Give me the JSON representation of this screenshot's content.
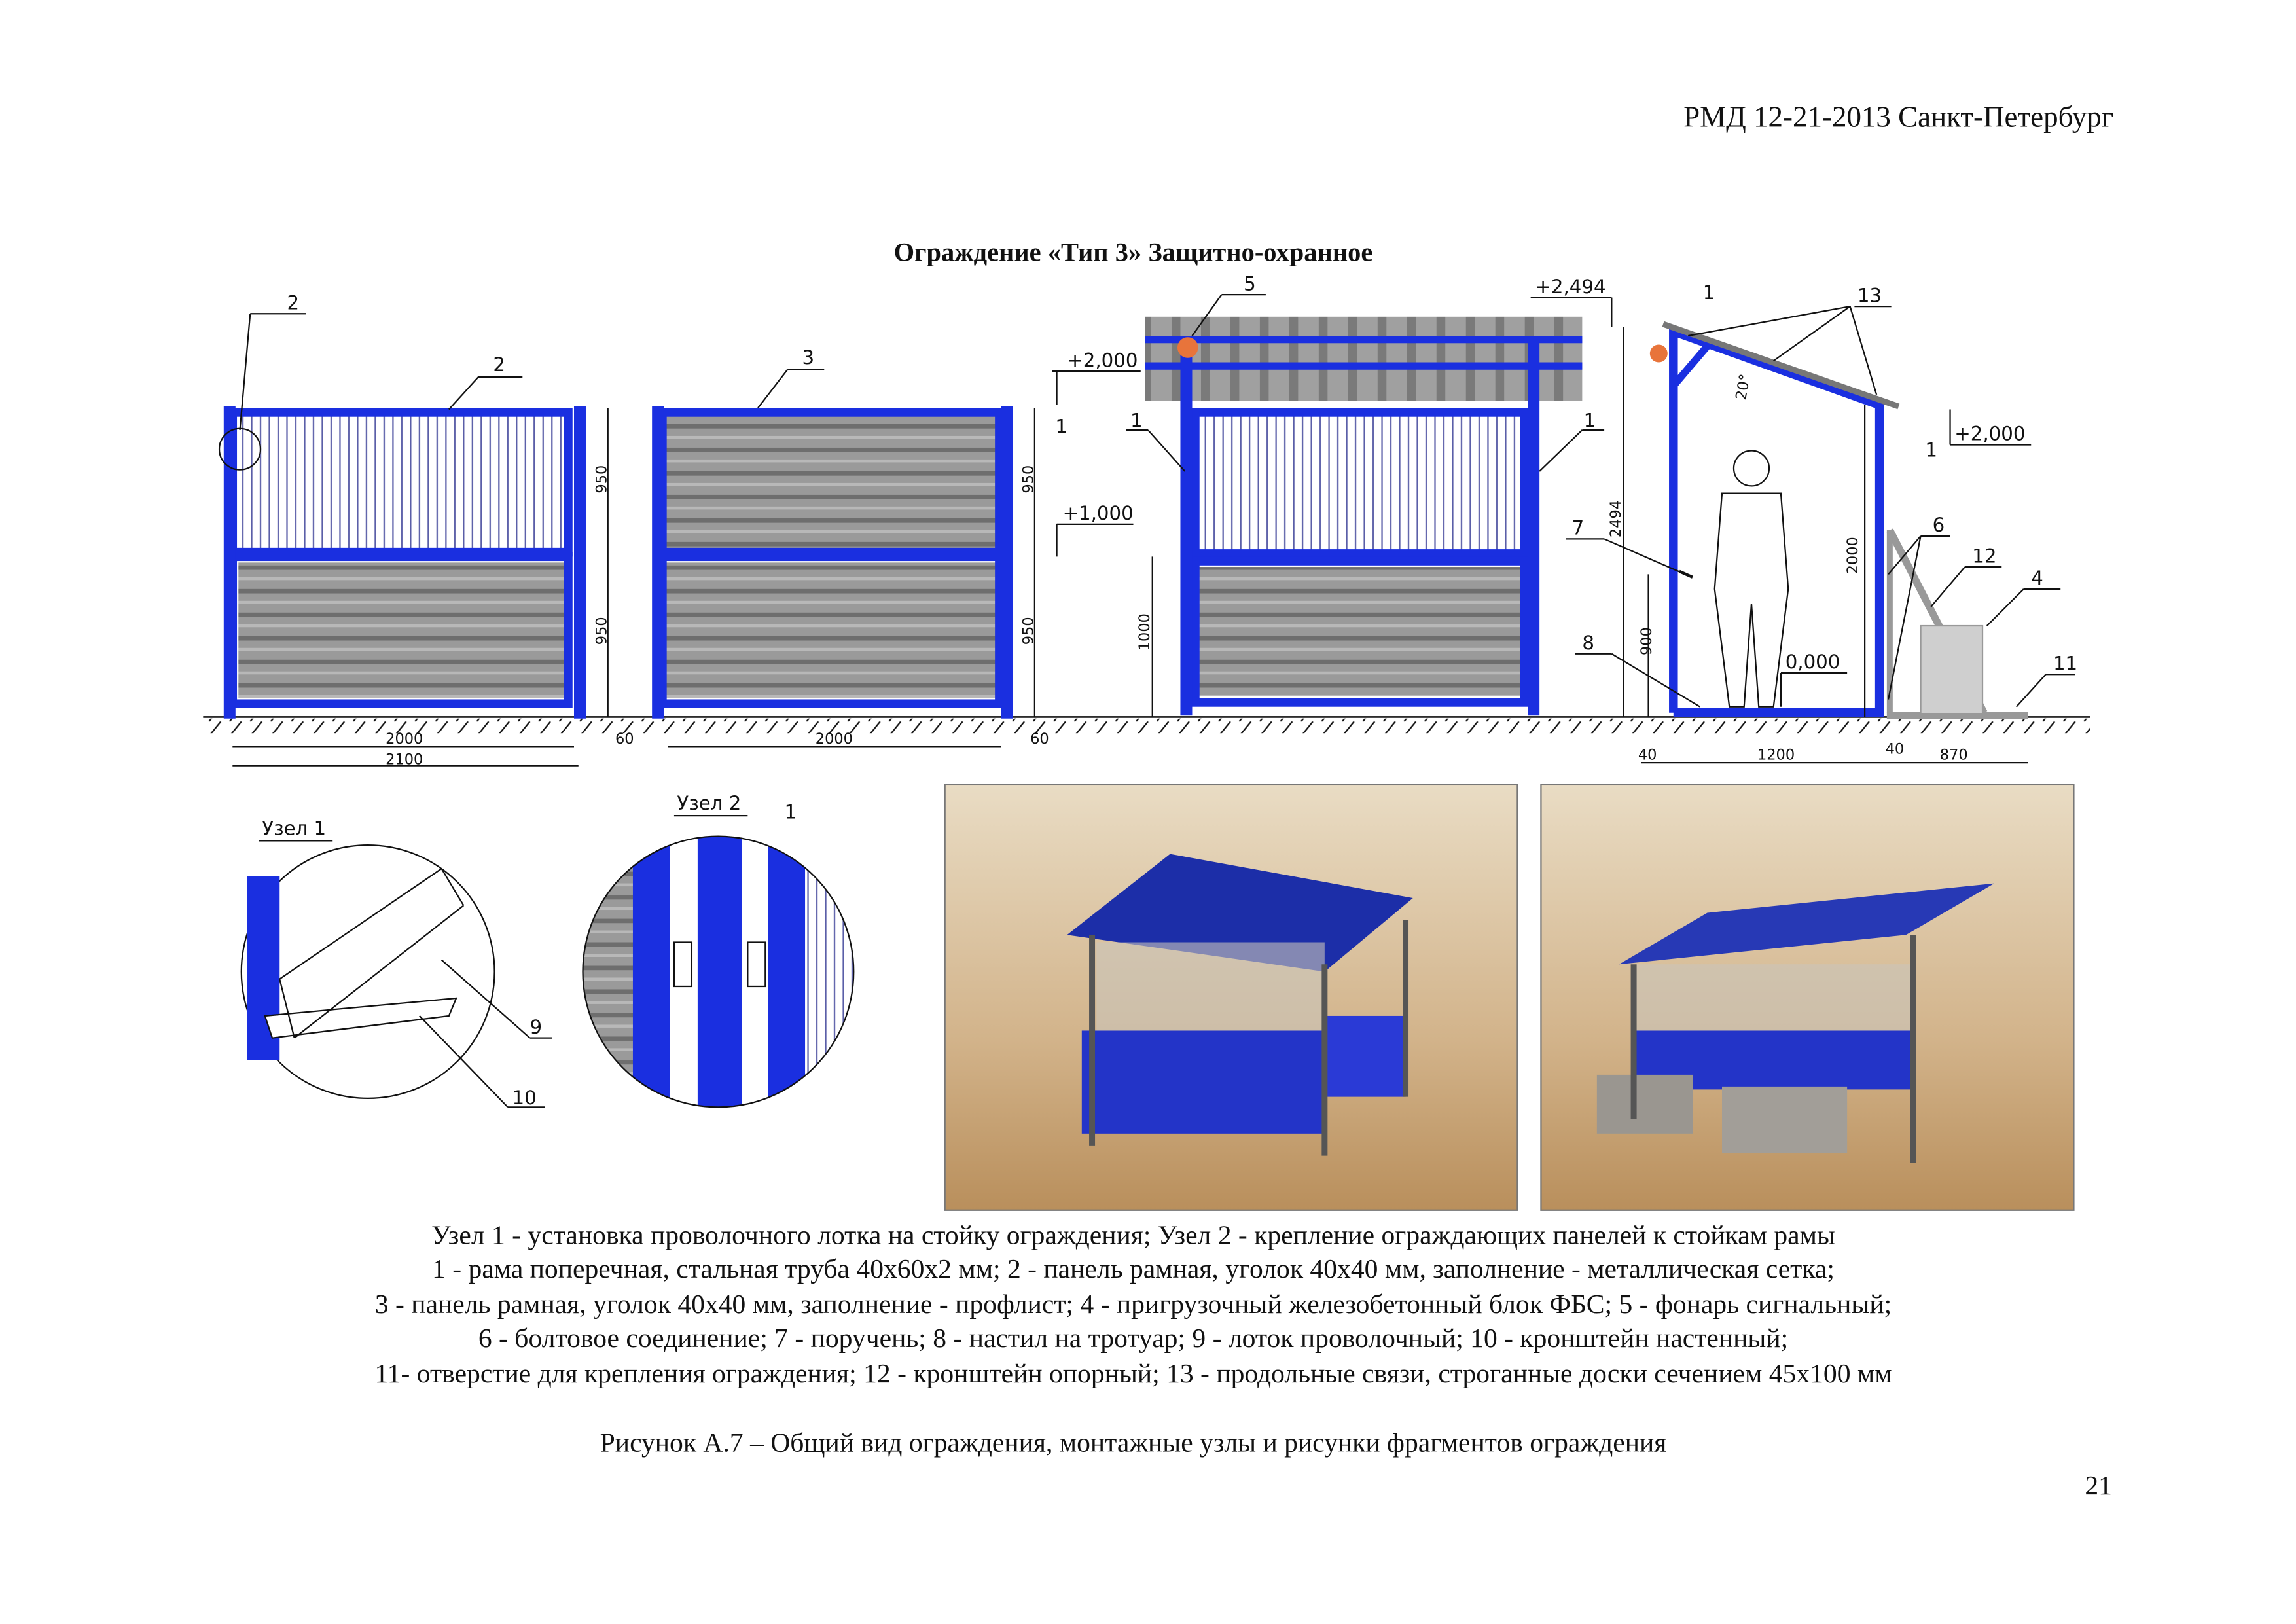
{
  "header": {
    "doc_ref": "РМД  12-21-2013 Санкт-Петербург"
  },
  "title": "Ограждение «Тип 3» Защитно-охранное",
  "drawing": {
    "callouts": {
      "c1": "1",
      "c2": "2",
      "c3": "3",
      "c4": "4",
      "c5": "5",
      "c6": "6",
      "c7": "7",
      "c8": "8",
      "c9": "9",
      "c10": "10",
      "c11": "11",
      "c12": "12",
      "c13": "13"
    },
    "levels": {
      "l2494": "+2,494",
      "l2000a": "+2,000",
      "l2000b": "+2,000",
      "l1000": "+1,000",
      "l0": "0,000"
    },
    "dims": {
      "d950a": "950",
      "d950b": "950",
      "d950c": "950",
      "d950d": "950",
      "d2000a": "2000",
      "d2100": "2100",
      "d60a": "60",
      "d2000b": "2000",
      "d60b": "60",
      "d1000": "1000",
      "d2494": "2494",
      "d900": "900",
      "d2000c": "2000",
      "d40a": "40",
      "d1200": "1200",
      "d40b": "40",
      "d870": "870",
      "angle": "20°"
    },
    "nodes": {
      "node1": "Узел 1",
      "node2": "Узел 2"
    }
  },
  "legend": [
    "Узел 1 - установка проволочного лотка на стойку ограждения; Узел 2 - крепление ограждающих панелей к стойкам рамы",
    "1 - рама поперечная, стальная труба 40х60х2 мм; 2 - панель рамная, уголок 40х40 мм, заполнение - металлическая сетка;",
    "3 - панель рамная, уголок  40х40 мм, заполнение - профлист; 4 - пригрузочный железобетонный блок ФБС; 5 - фонарь сигнальный;",
    "6 - болтовое соединение; 7 - поручень; 8 - настил на тротуар; 9 - лоток проволочный; 10 - кронштейн настенный;",
    "11- отверстие для крепления ограждения; 12 - кронштейн опорный; 13 - продольные связи, строганные доски сечением 45х100 мм"
  ],
  "figure_caption": "Рисунок А.7 – Общий вид ограждения, монтажные узлы и рисунки фрагментов ограждения",
  "page_number": "21",
  "colors": {
    "frame": "#1a2fe0",
    "profile": "#8f8f8f",
    "photo_bg": "#c9a77a"
  }
}
